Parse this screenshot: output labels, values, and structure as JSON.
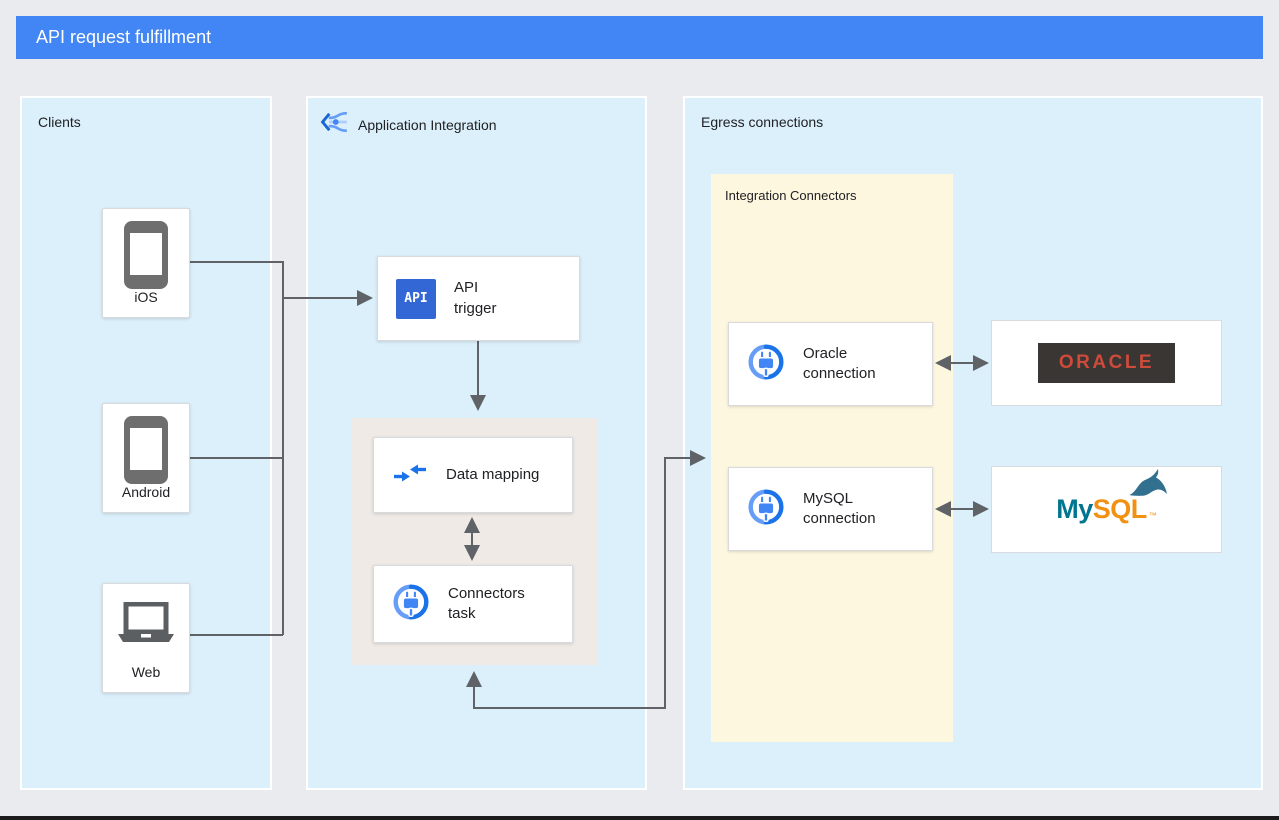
{
  "title_bar": {
    "title": "API request fulfillment"
  },
  "panels": {
    "clients": {
      "label": "Clients",
      "items": [
        {
          "label": "iOS",
          "icon": "smartphone-icon"
        },
        {
          "label": "Android",
          "icon": "smartphone-icon"
        },
        {
          "label": "Web",
          "icon": "laptop-icon"
        }
      ]
    },
    "application_integration": {
      "label": "Application Integration",
      "icon": "application-integration-icon",
      "nodes": {
        "api_trigger": {
          "label": "API trigger",
          "icon_text": "API"
        },
        "data_mapping": {
          "label": "Data mapping",
          "icon": "data-mapping-icon"
        },
        "connectors_task": {
          "label": "Connectors task",
          "icon": "connectors-icon"
        }
      }
    },
    "egress_connections": {
      "label": "Egress connections",
      "integration_connectors": {
        "label": "Integration Connectors",
        "nodes": {
          "oracle_connection": {
            "label": "Oracle connection",
            "icon": "connectors-icon"
          },
          "mysql_connection": {
            "label": "MySQL connection",
            "icon": "connectors-icon"
          }
        }
      },
      "systems": {
        "oracle": {
          "wordmark": "ORACLE"
        },
        "mysql": {
          "word_my": "My",
          "word_sql": "SQL",
          "trademark": "™"
        }
      }
    }
  },
  "connections": [
    {
      "from": "ios",
      "to": "client-trunk",
      "arrow": "none"
    },
    {
      "from": "android",
      "to": "client-trunk",
      "arrow": "none"
    },
    {
      "from": "web",
      "to": "client-trunk",
      "arrow": "none"
    },
    {
      "from": "client-trunk",
      "to": "api-trigger",
      "arrow": "end"
    },
    {
      "from": "api-trigger",
      "to": "data-mapping",
      "arrow": "end"
    },
    {
      "from": "data-mapping",
      "to": "connectors-task",
      "arrow": "both"
    },
    {
      "from": "connectors-task",
      "to": "integration-connectors",
      "arrow": "both"
    },
    {
      "from": "oracle-connection",
      "to": "oracle",
      "arrow": "both"
    },
    {
      "from": "mysql-connection",
      "to": "mysql",
      "arrow": "both"
    }
  ],
  "colors": {
    "title_bar": "#4285f4",
    "panel_blue": "#dcf0fb",
    "subpanel_gray": "#efeae6",
    "subpanel_yellow": "#fef7e0",
    "wire_gray": "#5f6368",
    "api_badge_blue": "#3367d6",
    "oracle_red": "#ce4a3b",
    "oracle_dark": "#3a3633",
    "mysql_teal": "#00758f",
    "mysql_orange": "#f29111"
  }
}
